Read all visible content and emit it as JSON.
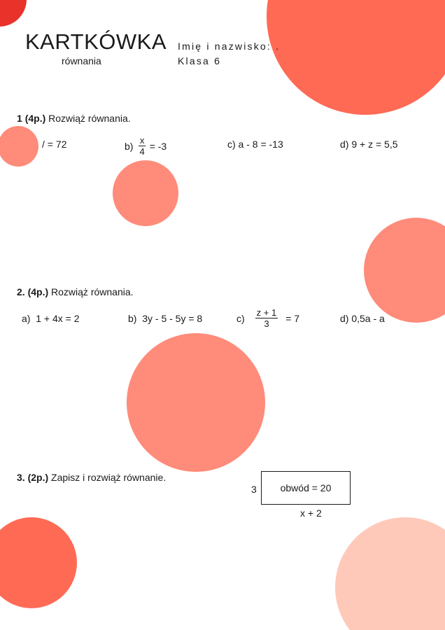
{
  "header": {
    "title": "KARTKÓWKA",
    "subtitle": "równania",
    "name_label": "Imię i nazwisko: .",
    "class_label": "Klasa 6"
  },
  "task1": {
    "number": "1",
    "points": "(4p.)",
    "text": "Rozwiąż równania.",
    "a": "/ = 72",
    "b_prefix": "b)",
    "b_num": "x",
    "b_den": "4",
    "b_suffix": "= -3",
    "c": "c) a - 8 = -13",
    "d": "d) 9 + z = 5,5"
  },
  "task2": {
    "number": "2.",
    "points": "(4p.)",
    "text": "Rozwiąż równania.",
    "a": "a)  1 + 4x = 2",
    "b": "b)  3y - 5 - 5y = 8",
    "c_prefix": "c)",
    "c_num": "z + 1",
    "c_den": "3",
    "c_suffix": "= 7",
    "d": "d) 0,5a - a"
  },
  "task3": {
    "number": "3.",
    "points": "(2p.)",
    "text": "Zapisz i rozwiąż równanie.",
    "side_left": "3",
    "rect_label": "obwód = 20",
    "side_bottom": "x + 2"
  },
  "colors": {
    "circle_red": "#ff6a55",
    "circle_salmon": "#ff8b7a",
    "circle_peach": "#ffc9b9",
    "circle_dark_red": "#e8322a"
  }
}
